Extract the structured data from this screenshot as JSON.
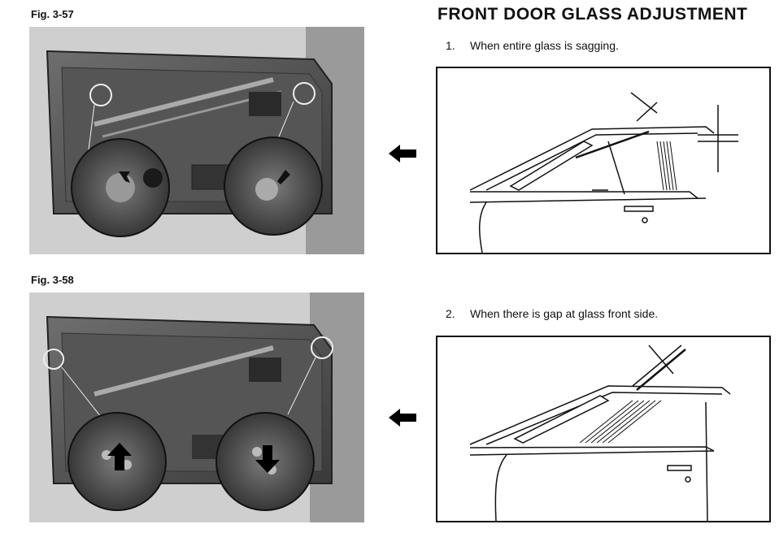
{
  "fig1": {
    "label": "Fig. 3-57"
  },
  "fig2": {
    "label": "Fig. 3-58"
  },
  "header": {
    "title": "FRONT DOOR GLASS ADJUSTMENT"
  },
  "steps": [
    {
      "number": "1.",
      "text": "When entire glass is sagging."
    },
    {
      "number": "2.",
      "text": "When there is gap at glass front side."
    }
  ],
  "icons": [
    "arrow-left-icon",
    "arrow-up-icon",
    "arrow-down-icon"
  ]
}
